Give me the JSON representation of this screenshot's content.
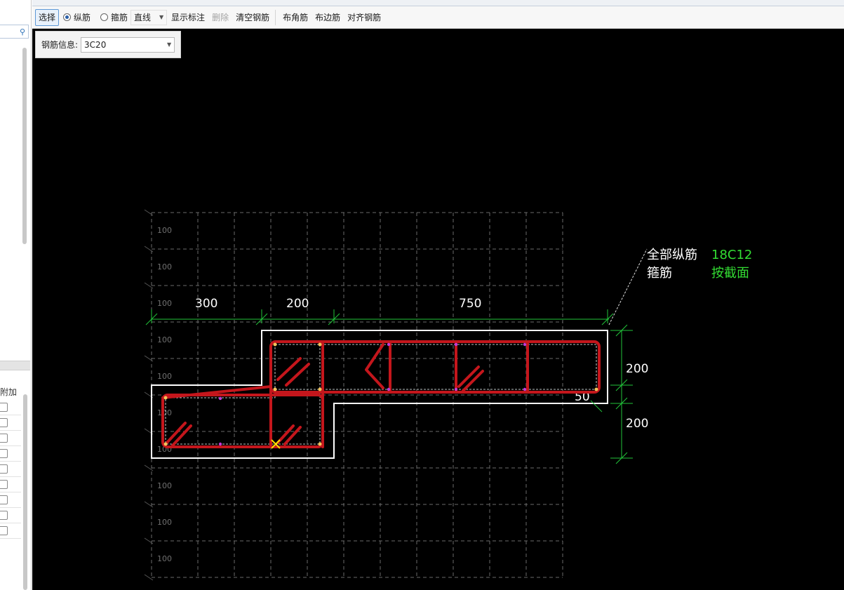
{
  "toolbar": {
    "select": "选择",
    "longitudinal": "纵筋",
    "stirrup": "箍筋",
    "line_mode": "直线",
    "show_dims": "显示标注",
    "delete": "删除",
    "clear": "清空钢筋",
    "corner": "布角筋",
    "edge": "布边筋",
    "align": "对齐钢筋"
  },
  "rebar_info": {
    "label": "钢筋信息:",
    "value": "3C20"
  },
  "left_panel": {
    "header": "附加",
    "checkbox_rows": 9
  },
  "drawing": {
    "grid_labels": [
      "100",
      "100",
      "100",
      "100",
      "100",
      "100",
      "100",
      "100",
      "100",
      "100"
    ],
    "dims_top": [
      "300",
      "200",
      "750"
    ],
    "dims_right": [
      "200",
      "200"
    ],
    "cover_label": "50",
    "annotation": {
      "all_long_label": "全部纵筋",
      "all_long_value": "18C12",
      "stirrup_label": "箍筋",
      "stirrup_value": "按截面"
    },
    "colors": {
      "outline": "#ffffff",
      "rebar": "#c4161c",
      "dimension": "#22c43a",
      "grid": "#6a6a6a",
      "annotation_value": "#33dd33",
      "cursor": "#ffe000"
    }
  }
}
